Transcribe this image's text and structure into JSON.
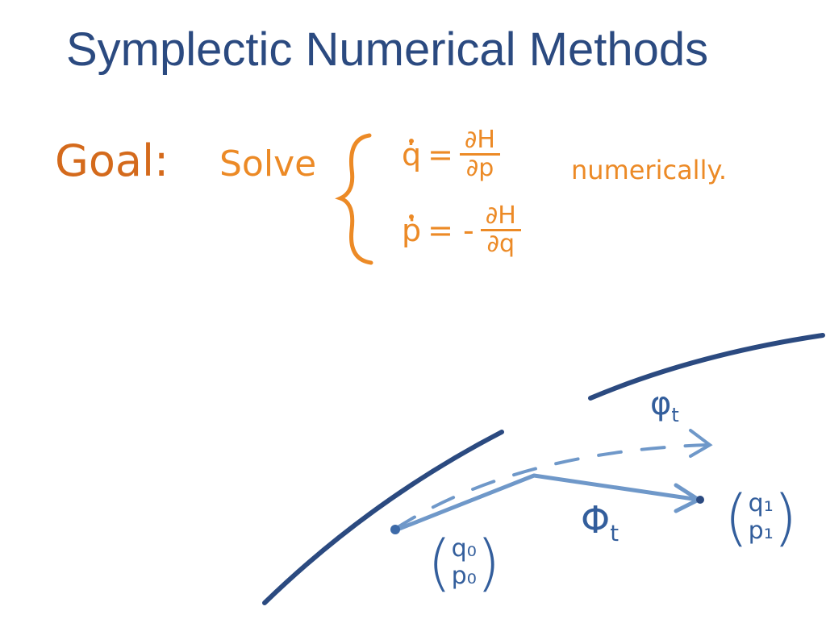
{
  "title": "Symplectic Numerical Methods",
  "goal": {
    "label": "Goal:",
    "verb": "Solve",
    "eq1": {
      "lhs": "q̇",
      "op": "=",
      "num": "∂H",
      "den": "∂p"
    },
    "eq2": {
      "lhs": "ṗ",
      "op": "= -",
      "num": "∂H",
      "den": "∂q"
    },
    "suffix": "numerically."
  },
  "diagram": {
    "exact_flow": "φ",
    "exact_flow_sub": "t",
    "numerical_flow": "Φ",
    "numerical_flow_sub": "t",
    "start": {
      "top": "q₀",
      "bottom": "p₀"
    },
    "end": {
      "top": "q₁",
      "bottom": "p₁"
    }
  },
  "colors": {
    "title": "#2b4a80",
    "goal": "#d46a1c",
    "orange": "#ec8a26",
    "curve": "#2b4a80",
    "arrow": "#6f98c9"
  }
}
